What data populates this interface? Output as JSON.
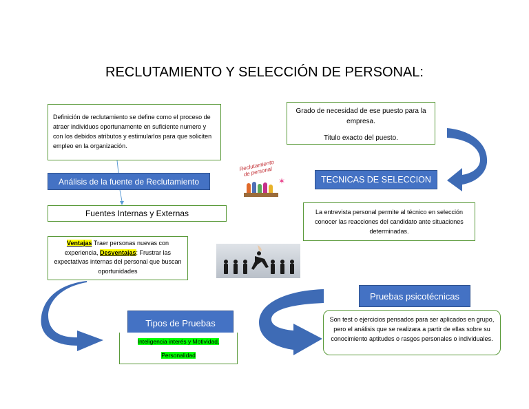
{
  "title": "RECLUTAMIENTO Y SELECCIÓN DE PERSONAL:",
  "definition": "Definición de reclutamiento se define como el proceso de atraer individuos oportunamente en suficiente numero y con los debidos atributos y estimularlos para que soliciten empleo en la organización.",
  "analysis_label": "Análisis de la fuente de Reclutamiento",
  "sources_label": "Fuentes Internas y Externas",
  "advantages": {
    "ventajas_label": "Ventajas",
    "ventajas_text": "  Traer personas nuevas con experiencia, ",
    "desventajas_label": "Desventajas",
    "desventajas_text": ": Frustrar las expectativas internas del personal que buscan oportunidades"
  },
  "tests": {
    "title": "Tipos de Pruebas",
    "item1": "Inteligencia interés y Motividad,",
    "item2": "Personalidad"
  },
  "needs": {
    "line1": "Grado de necesidad de ese puesto para la empresa.",
    "line2": "Titulo exacto del puesto."
  },
  "techniques_label": "TECNICAS DE SELECCION",
  "interview": "La entrevista personal permite al técnico en selección conocer las reacciones del candidato ante situaciones determinadas.",
  "psych": {
    "title": "Pruebas psicotécnicas",
    "text": "Son test o ejercicios pensados para ser aplicados en grupo, pero el análisis que se realizara a partir de ellas sobre su conocimiento aptitudes o rasgos personales o individuales."
  },
  "logo_text": "Reclutamiento de personal",
  "colors": {
    "box_border": "#5a9a3a",
    "bar_blue": "#4472c4",
    "arrow_blue": "#3e6bb5"
  }
}
